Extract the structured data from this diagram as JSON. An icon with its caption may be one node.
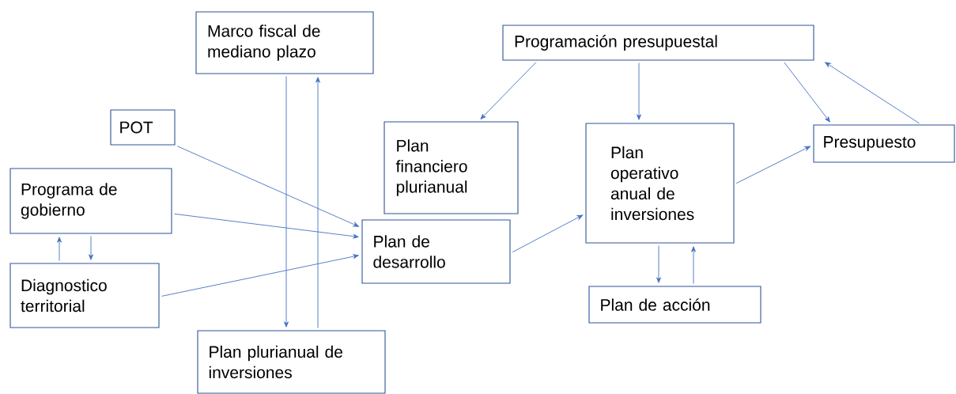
{
  "diagram": {
    "nodes": [
      {
        "text": [
          "Marco fiscal de mediano plazo"
        ]
      },
      {
        "text": [
          "POT"
        ]
      },
      {
        "text": [
          "Programa de gobierno"
        ]
      },
      {
        "text": [
          "Diagnostico territorial"
        ]
      },
      {
        "text": [
          "Plan de desarrollo"
        ]
      },
      {
        "text": [
          "Plan plurianual de inversiones"
        ]
      },
      {
        "text": [
          "Programación presupuestal"
        ]
      },
      {
        "text": [
          "Plan financiero plurianual"
        ]
      },
      {
        "text": [
          "Plan operativo anual de inversiones"
        ]
      },
      {
        "text": [
          "Presupuesto"
        ]
      },
      {
        "text": [
          "Plan de acción"
        ]
      }
    ],
    "edges": [
      {
        "from": 0,
        "to": 5,
        "arrow": "to"
      },
      {
        "from": 5,
        "to": 0,
        "arrow": "to"
      },
      {
        "from": 1,
        "to": 4,
        "arrow": "to"
      },
      {
        "from": 2,
        "to": 4,
        "arrow": "to"
      },
      {
        "from": 3,
        "to": 4,
        "arrow": "to"
      },
      {
        "from": 3,
        "to": 2,
        "arrow": "to"
      },
      {
        "from": 2,
        "to": 3,
        "arrow": "to"
      },
      {
        "from": 4,
        "to": 8,
        "arrow": "to"
      },
      {
        "from": 6,
        "to": 7,
        "arrow": "to"
      },
      {
        "from": 6,
        "to": 8,
        "arrow": "to"
      },
      {
        "from": 6,
        "to": 9,
        "arrow": "to"
      },
      {
        "from": 9,
        "to": 6,
        "arrow": "to"
      },
      {
        "from": 8,
        "to": 9,
        "arrow": "to"
      },
      {
        "from": 8,
        "to": 10,
        "arrow": "to"
      },
      {
        "from": 10,
        "to": 8,
        "arrow": "to"
      }
    ]
  }
}
